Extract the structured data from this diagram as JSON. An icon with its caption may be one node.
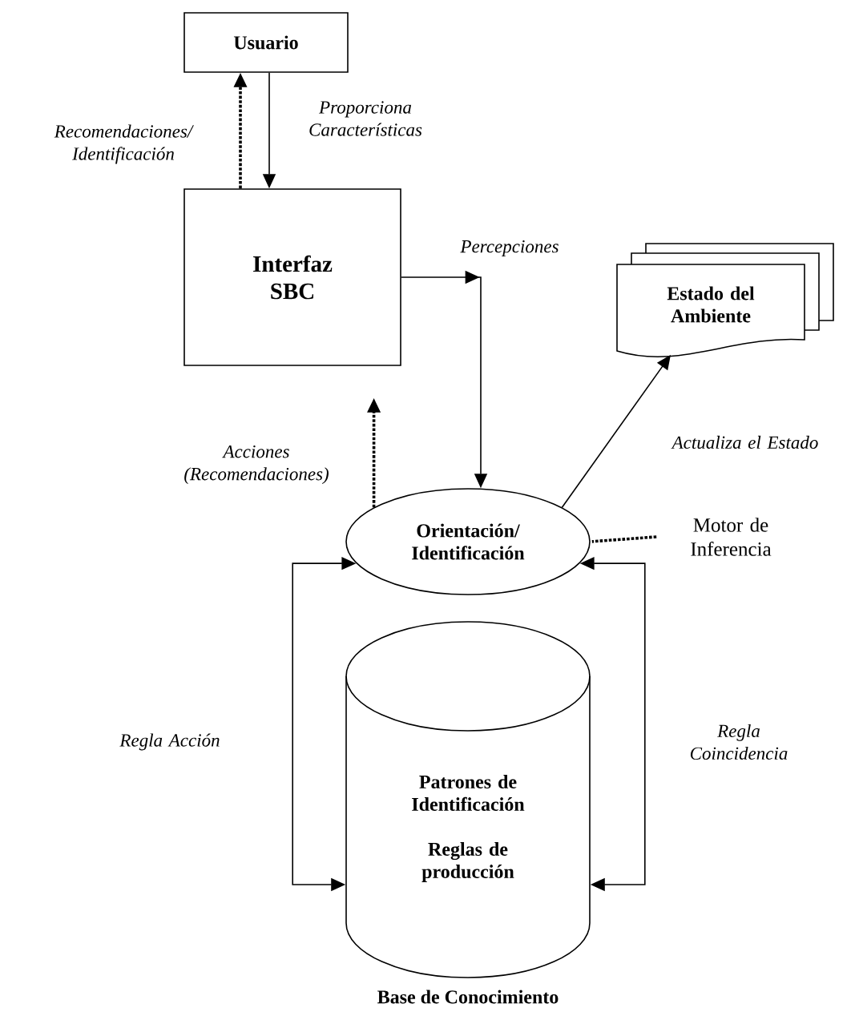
{
  "diagram": {
    "nodes": [
      {
        "text": [
          "Usuario"
        ]
      },
      {
        "text": [
          "Interfaz SBC"
        ]
      },
      {
        "text": [
          "Estado del Ambiente"
        ]
      },
      {
        "text": [
          "Orientación/ Identificación"
        ]
      },
      {
        "text": [
          "Motor de Inferencia"
        ]
      },
      {
        "text": [
          "Patrones de Identificación",
          "Reglas de producción"
        ],
        "beside": [
          "Base de Conocimiento"
        ]
      }
    ],
    "edges": [
      {
        "from": 1,
        "to": 0,
        "arrow": "to",
        "style": "dashed",
        "label": "Recomendaciones/ Identificación"
      },
      {
        "from": 0,
        "to": 1,
        "arrow": "to",
        "label": "Proporciona Características"
      },
      {
        "from": 1,
        "to": 3,
        "arrow": "to",
        "label": "Percepciones"
      },
      {
        "from": 3,
        "to": 1,
        "arrow": "to",
        "style": "dashed",
        "label": "Acciones (Recomendaciones)"
      },
      {
        "from": 3,
        "to": 2,
        "arrow": "to",
        "label": "Actualiza el Estado"
      },
      {
        "from": 5,
        "to": 3,
        "arrow": "both",
        "label": "Regla Acción"
      },
      {
        "from": 5,
        "to": 3,
        "arrow": "both",
        "label": "Regla Coincidencia"
      },
      {
        "from": 4,
        "to": 3,
        "arrow": "none",
        "style": "dashed"
      }
    ]
  }
}
